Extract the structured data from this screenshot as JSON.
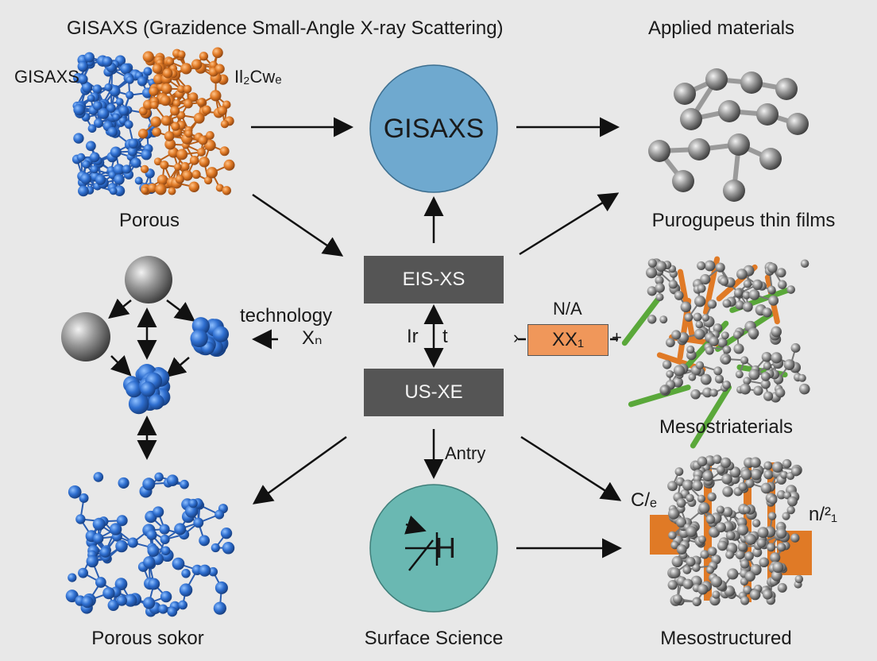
{
  "title": "GISAXS (Grazidence Small-Angle X-ray Scattering)",
  "labels": {
    "top_left_gisaxs": "GISAXS",
    "top_left_formula": "Il₂Cwₑ",
    "porous": "Porous",
    "technology": "technology",
    "xn": "Xₙ",
    "porous_sokor": "Porous sokor",
    "applied_materials": "Applied materials",
    "thin_films": "Purogupeus thin films",
    "mesostriaterials": "Mesostriaterials",
    "mesostructured": "Mesostructured",
    "surface_science": "Surface Science",
    "irt_left": "Ir",
    "irt_right": "t",
    "antry": "Antry",
    "na": "N/A",
    "c_label": "C/ₑ",
    "n_label": "n/²₁",
    "dash_mark": "›",
    "plus_mark": "+"
  },
  "nodes": {
    "gisaxs_circle": {
      "text": "GISAXS",
      "color": "#6fa9cf"
    },
    "eis_box": {
      "text": "EIS-XS",
      "color": "#555555"
    },
    "us_box": {
      "text": "US-XE",
      "color": "#555555"
    },
    "xx_box": {
      "text": "XX₁",
      "color": "#f0975a"
    },
    "h_circle": {
      "text": "H",
      "color": "#6ab8b2"
    }
  },
  "colors": {
    "blue_atoms": "#2f6fd0",
    "orange_atoms": "#e07a26",
    "grey_spheres": "#808080",
    "green_rods": "#5aa83a",
    "background": "#e8e8e8"
  }
}
